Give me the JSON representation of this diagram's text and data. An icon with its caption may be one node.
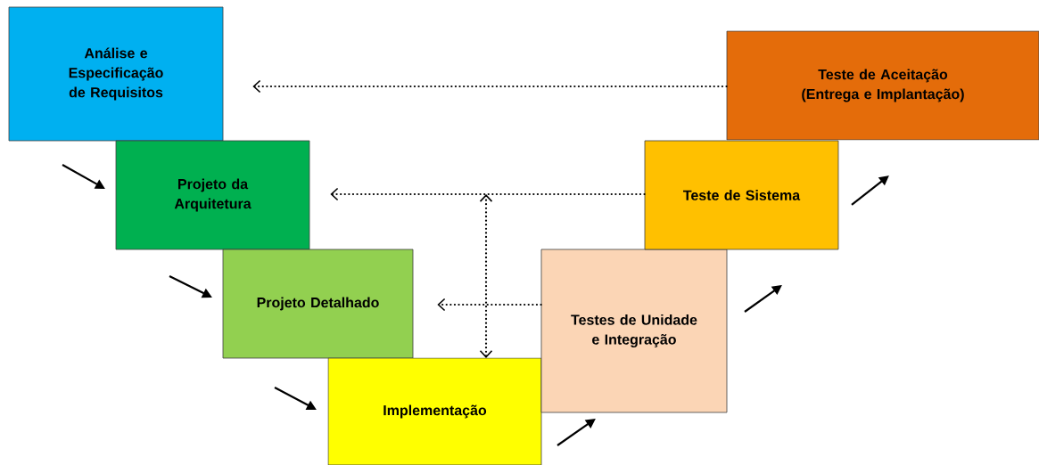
{
  "diagram": {
    "nodes": [
      {
        "text": [
          "Análise e Especificação de Requisitos"
        ]
      },
      {
        "text": [
          "Projeto da Arquitetura"
        ]
      },
      {
        "text": [
          "Projeto Detalhado"
        ]
      },
      {
        "text": [
          "Implementação"
        ]
      },
      {
        "text": [
          "Testes de Unidade e Integração"
        ]
      },
      {
        "text": [
          "Teste de Sistema"
        ]
      },
      {
        "text": [
          "Teste de Aceitação (Entrega e Implantação)"
        ]
      }
    ],
    "edges": [
      {
        "from": 0,
        "to": 1,
        "arrow": "to"
      },
      {
        "from": 1,
        "to": 2,
        "arrow": "to"
      },
      {
        "from": 2,
        "to": 3,
        "arrow": "to"
      },
      {
        "from": 3,
        "to": 4,
        "arrow": "to"
      },
      {
        "from": 4,
        "to": 5,
        "arrow": "to"
      },
      {
        "from": 5,
        "to": 6,
        "arrow": "to"
      },
      {
        "from": 6,
        "to": 0,
        "arrow": "to",
        "style": "dashed"
      },
      {
        "from": 5,
        "to": 1,
        "arrow": "to",
        "style": "dashed"
      },
      {
        "from": 4,
        "to": 2,
        "arrow": "to",
        "style": "dashed"
      },
      {
        "from": null,
        "to": 3,
        "arrow": "both",
        "style": "dashed"
      }
    ]
  }
}
